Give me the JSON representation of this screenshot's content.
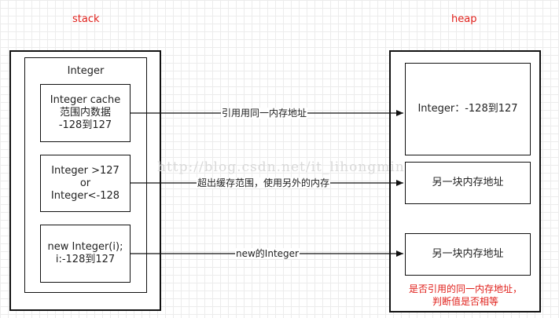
{
  "labels": {
    "stack": "stack",
    "heap": "heap"
  },
  "stack": {
    "container_title": "Integer",
    "box1": "Integer cache\n范围内数据\n-128到127",
    "box2": "Integer >127\nor\nInteger<-128",
    "box3": "new Integer(i);\ni:-128到127"
  },
  "heap": {
    "box1": "Integer：-128到127",
    "box2": "另一块内存地址",
    "box3": "另一块内存地址",
    "note": "是否引用的同一内存地址，\n判断值是否相等"
  },
  "arrows": {
    "a1": "引用用同一内存地址",
    "a2": "超出缓存范围，使用另外的内存",
    "a3": "new的Integer"
  },
  "watermark": "http://blog.csdn.net/it_lihongmin"
}
